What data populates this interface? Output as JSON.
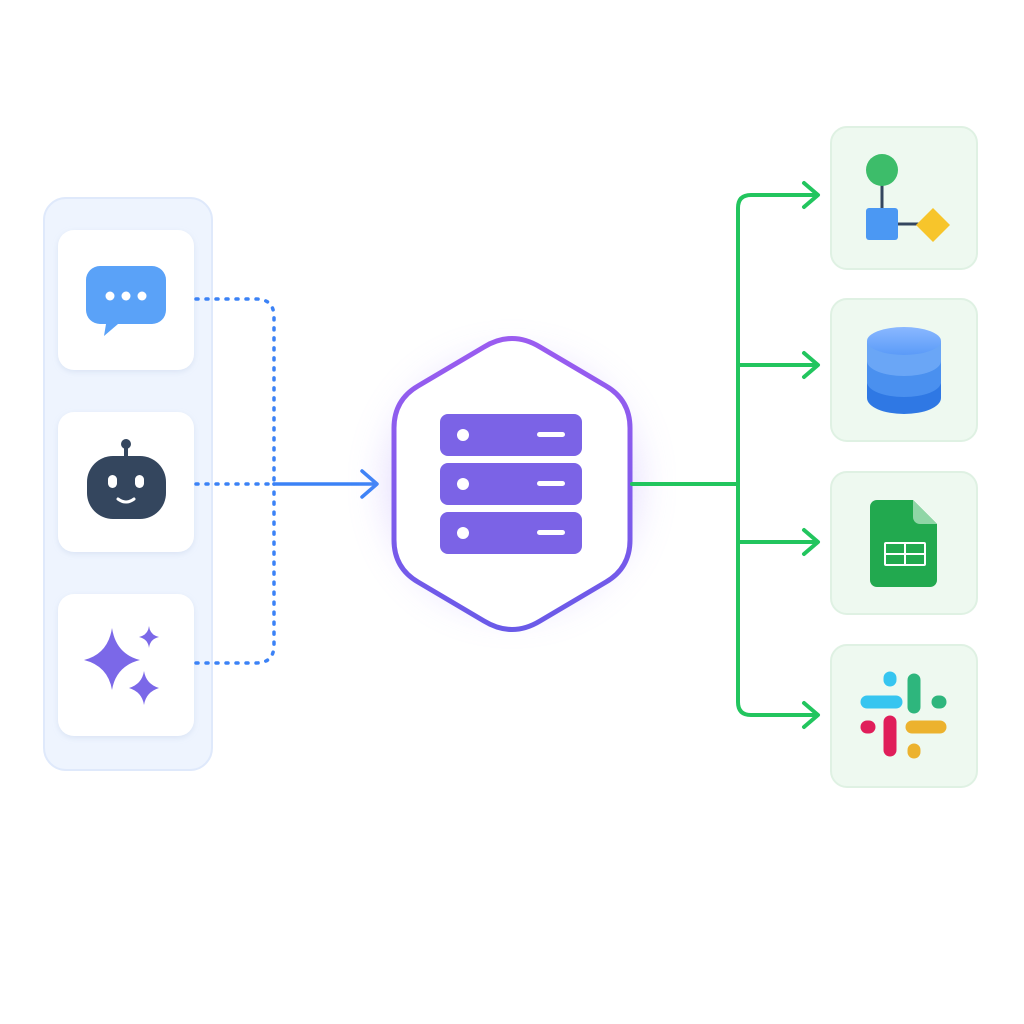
{
  "colors": {
    "input_link": "#3b82f6",
    "output_link": "#22c55e",
    "hub_border": "#7c5cf0",
    "hub_server": "#7b63e6",
    "input_panel": "#eaf2fe",
    "output_tile": "#ecf8ef"
  },
  "sources": [
    {
      "name": "chat",
      "icon": "chat-bubble-icon"
    },
    {
      "name": "bot",
      "icon": "robot-icon"
    },
    {
      "name": "ai",
      "icon": "sparkles-icon"
    }
  ],
  "hub": {
    "icon": "server-stack-icon"
  },
  "destinations": [
    {
      "name": "workflow",
      "icon": "workflow-icon"
    },
    {
      "name": "database",
      "icon": "database-icon"
    },
    {
      "name": "sheets",
      "icon": "spreadsheet-icon"
    },
    {
      "name": "slack",
      "icon": "slack-icon"
    }
  ]
}
